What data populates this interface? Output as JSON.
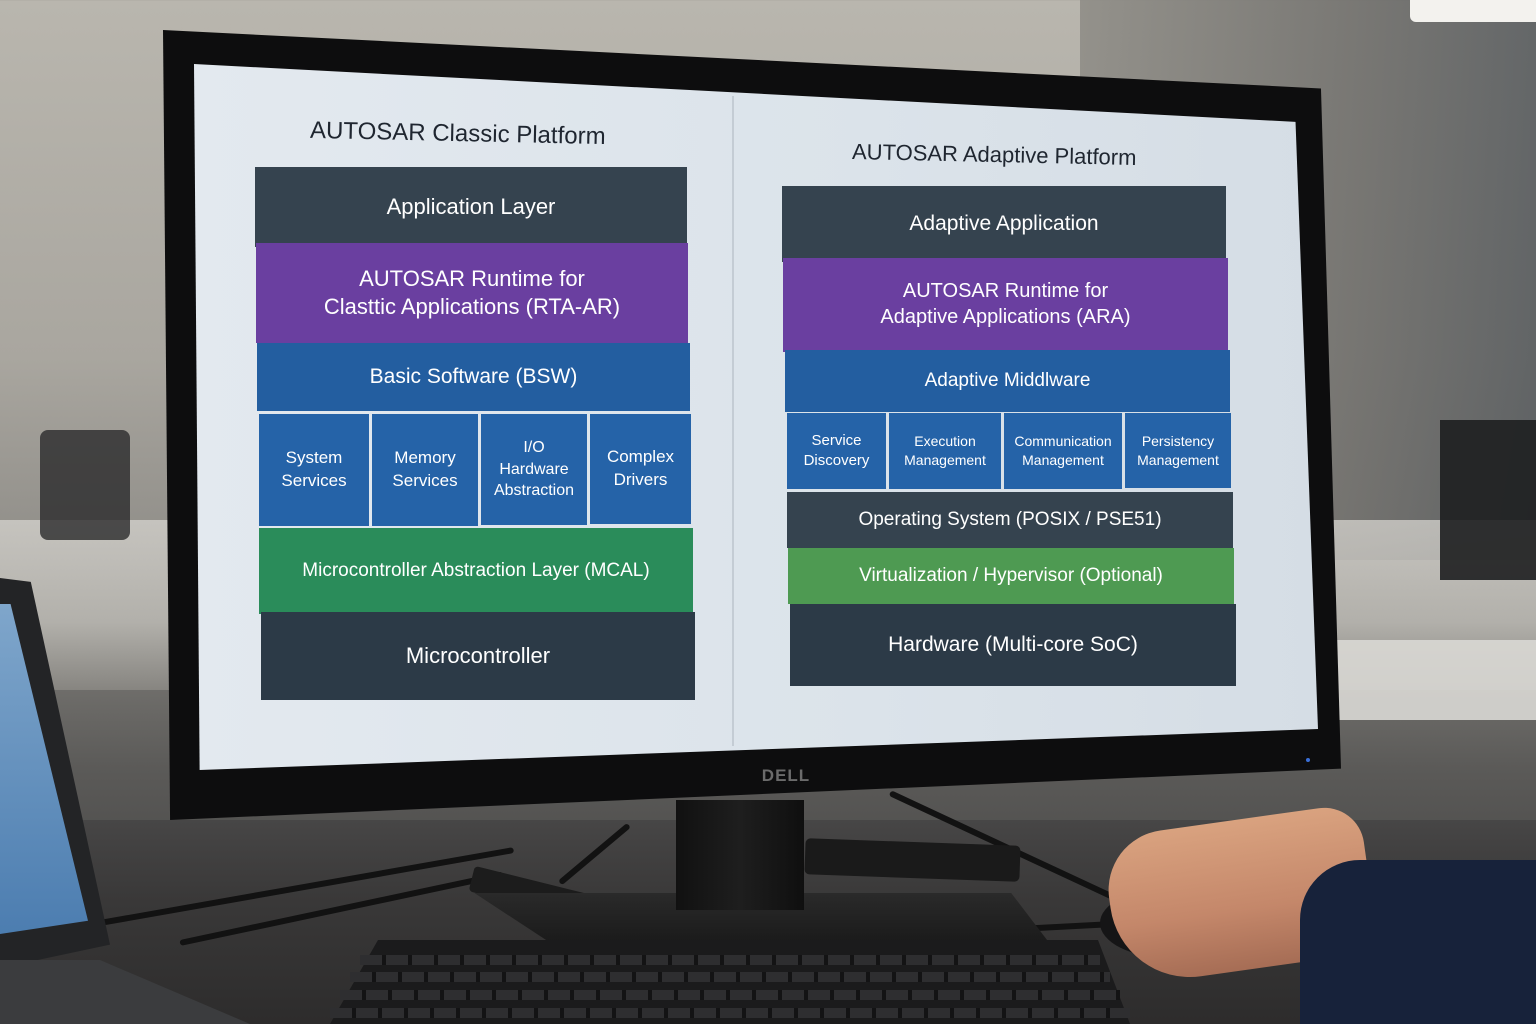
{
  "monitor_brand": "DELL",
  "classic": {
    "title": "AUTOSAR Classic Platform",
    "application_layer": "Application Layer",
    "runtime_line1": "AUTOSAR Runtime for",
    "runtime_line2": "Clasttic Applications (RTA-AR)",
    "bsw": "Basic Software (BSW)",
    "modules": [
      {
        "line1": "System",
        "line2": "Services",
        "line3": ""
      },
      {
        "line1": "Memory",
        "line2": "Services",
        "line3": ""
      },
      {
        "line1": "I/O",
        "line2": "Hardware",
        "line3": "Abstraction"
      },
      {
        "line1": "Complex",
        "line2": "Drivers",
        "line3": ""
      }
    ],
    "mcal": "Microcontroller Abstraction Layer (MCAL)",
    "microcontroller": "Microcontroller"
  },
  "adaptive": {
    "title": "AUTOSAR Adaptive Platform",
    "application": "Adaptive Application",
    "runtime_line1": "AUTOSAR Runtime for",
    "runtime_line2": "Adaptive Applications (ARA)",
    "middleware": "Adaptive Middlware",
    "modules": [
      {
        "line1": "Service",
        "line2": "Discovery"
      },
      {
        "line1": "Execution",
        "line2": "Management"
      },
      {
        "line1": "Communication",
        "line2": "Management"
      },
      {
        "line1": "Persistency",
        "line2": "Management"
      }
    ],
    "os": "Operating System (POSIX / PSE51)",
    "virtualization": "Virtualization / Hypervisor (Optional)",
    "hardware": "Hardware (Multi-core SoC)"
  },
  "colors": {
    "application": "#35434f",
    "runtime": "#6a3fa0",
    "basic_software": "#235ea0",
    "mcal": "#2a8c5a",
    "virtualization": "#4e9a52"
  }
}
